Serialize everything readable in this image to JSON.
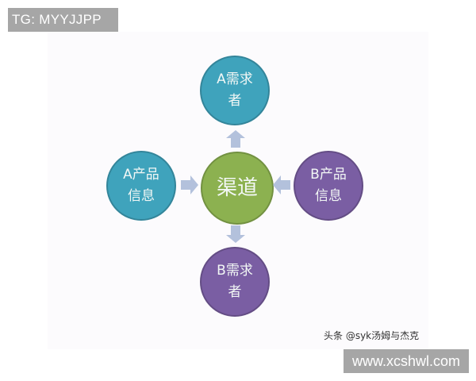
{
  "overlay": {
    "top_left_label": "TG: MYYJJPP",
    "bottom_right_label": "www.xcshwl.com",
    "caption": "头条 @syk汤姆与杰克"
  },
  "diagram": {
    "colors": {
      "teal": "#3fa3bc",
      "green": "#8cb150",
      "purple": "#7a5ea3",
      "arrow": "#b3c1dc",
      "panel": "#fcfbfd"
    },
    "center": {
      "line1": "渠道",
      "color": "#8cb150"
    },
    "nodes": {
      "top": {
        "line1": "A需求",
        "line2": "者",
        "color": "#3fa3bc"
      },
      "left": {
        "line1": "A产品",
        "line2": "信息",
        "color": "#3fa3bc"
      },
      "right": {
        "line1": "B产品",
        "line2": "信息",
        "color": "#7a5ea3"
      },
      "bottom": {
        "line1": "B需求",
        "line2": "者",
        "color": "#7a5ea3"
      }
    },
    "edges": [
      {
        "from": "center",
        "to": "top",
        "direction": "up"
      },
      {
        "from": "center",
        "to": "bottom",
        "direction": "down"
      },
      {
        "from": "left",
        "to": "center",
        "direction": "right"
      },
      {
        "from": "right",
        "to": "center",
        "direction": "left"
      }
    ]
  }
}
